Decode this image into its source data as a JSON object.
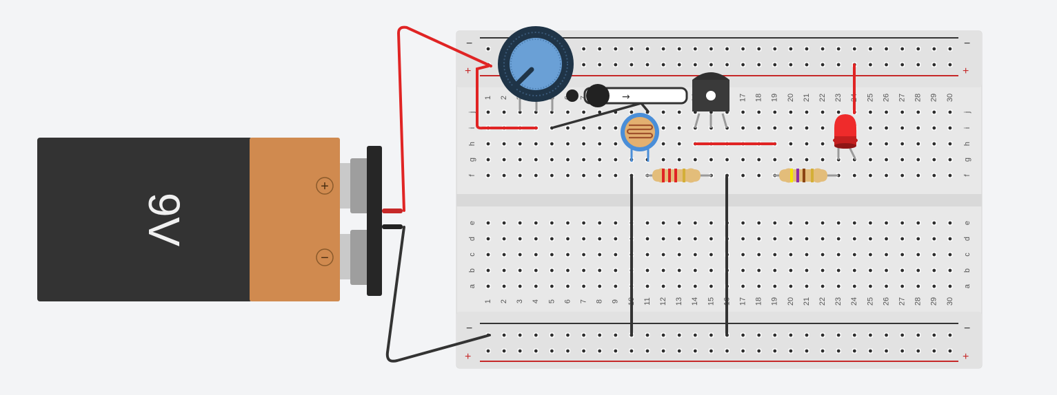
{
  "battery": {
    "label": "9V",
    "plus_symbol": "+",
    "minus_symbol": "−"
  },
  "breadboard": {
    "columns": [
      "1",
      "2",
      "3",
      "4",
      "5",
      "6",
      "7",
      "8",
      "9",
      "10",
      "11",
      "12",
      "13",
      "14",
      "15",
      "16",
      "17",
      "18",
      "19",
      "20",
      "21",
      "22",
      "23",
      "24",
      "25",
      "26",
      "27",
      "28",
      "29",
      "30"
    ],
    "rows_top": [
      "j",
      "i",
      "h",
      "g",
      "f"
    ],
    "rows_bottom": [
      "e",
      "d",
      "c",
      "b",
      "a"
    ],
    "rail_minus_symbol": "−",
    "rail_plus_symbol": "+"
  },
  "components": {
    "potentiometer": "potentiometer",
    "slide_switch": "slide-switch",
    "photoresistor": "photoresistor",
    "transistor": "npn-transistor",
    "led": "red-led",
    "resistor_1": "resistor",
    "resistor_2": "resistor"
  },
  "colors": {
    "background": "#f3f4f6",
    "board": "#e6e6e6",
    "wire_red": "#e02424",
    "wire_black": "#333333",
    "battery_body": "#333333",
    "battery_label": "#d08a4f",
    "pot_knob": "#6aa0d6",
    "pot_body": "#1f3447"
  }
}
